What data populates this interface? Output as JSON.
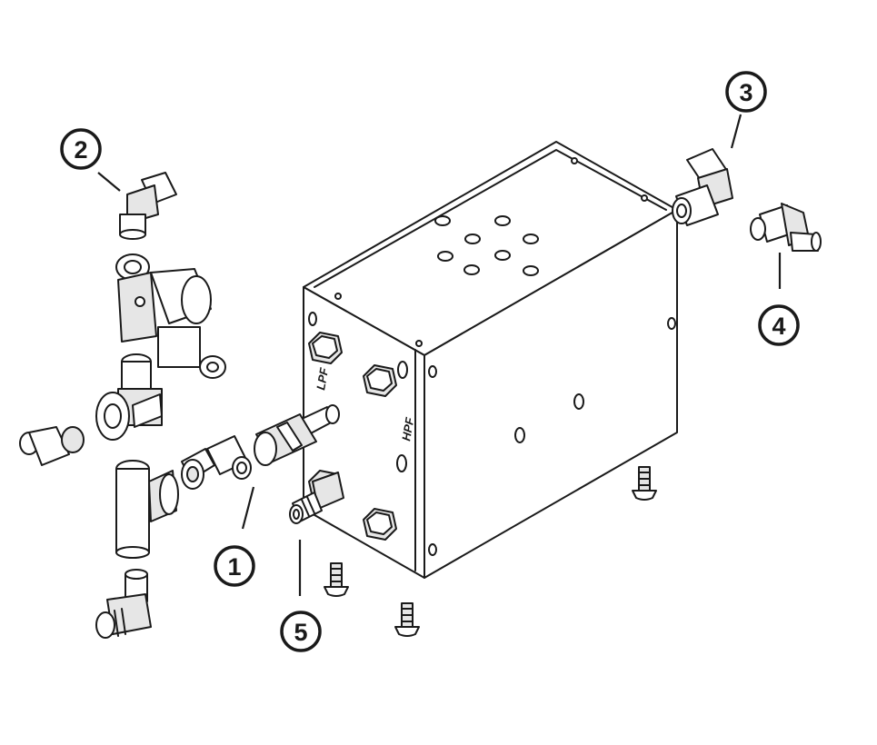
{
  "diagram": {
    "block_labels": {
      "lpf": "LPF",
      "hpf": "HPF"
    },
    "callouts": [
      {
        "id": "1",
        "label": "1"
      },
      {
        "id": "2",
        "label": "2"
      },
      {
        "id": "3",
        "label": "3"
      },
      {
        "id": "4",
        "label": "4"
      },
      {
        "id": "5",
        "label": "5"
      }
    ]
  }
}
